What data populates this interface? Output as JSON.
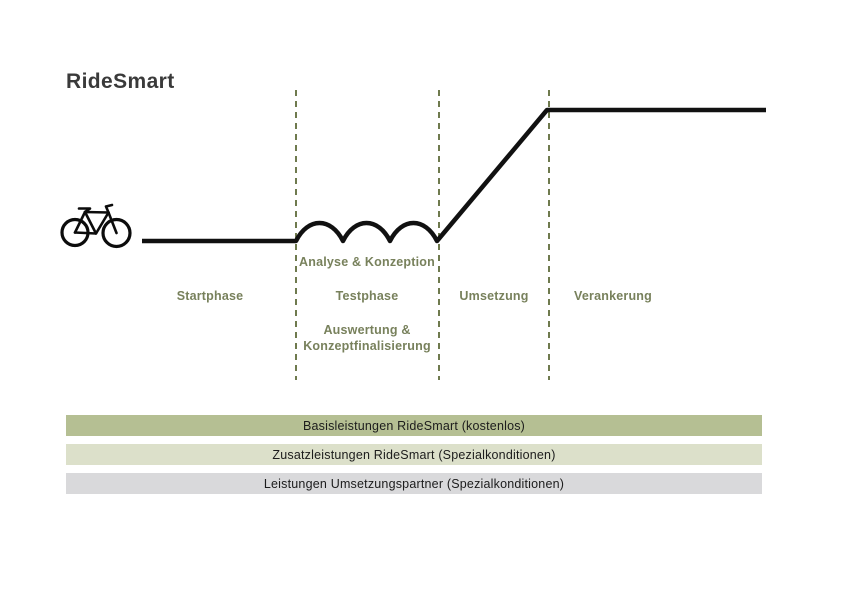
{
  "logo": {
    "text": "RideSmart"
  },
  "diagram": {
    "description": "journey-line: flat, wavy during test phase, rising during implementation, plateau at verankerung",
    "phase_labels": [
      {
        "label": "Startphase"
      },
      {
        "label": "Testphase"
      },
      {
        "label": "Umsetzung"
      },
      {
        "label": "Verankerung"
      }
    ],
    "annotation_top": "Analyse & Konzeption",
    "annotation_bottom_line1": "Auswertung &",
    "annotation_bottom_line2": "Konzeptfinalisierung",
    "colors": {
      "line": "#111111",
      "divider": "#6f7a4e",
      "phase_label": "#78815c",
      "logo_text": "#3a3a3a"
    }
  },
  "legend_bars": [
    {
      "label": "Basisleistungen RideSmart (kostenlos)",
      "color": "#b5bf93"
    },
    {
      "label": "Zusatzleistungen RideSmart (Spezialkonditionen)",
      "color": "#dce0ca"
    },
    {
      "label": "Leistungen Umsetzungspartner (Spezialkonditionen)",
      "color": "#d9d9db"
    }
  ]
}
